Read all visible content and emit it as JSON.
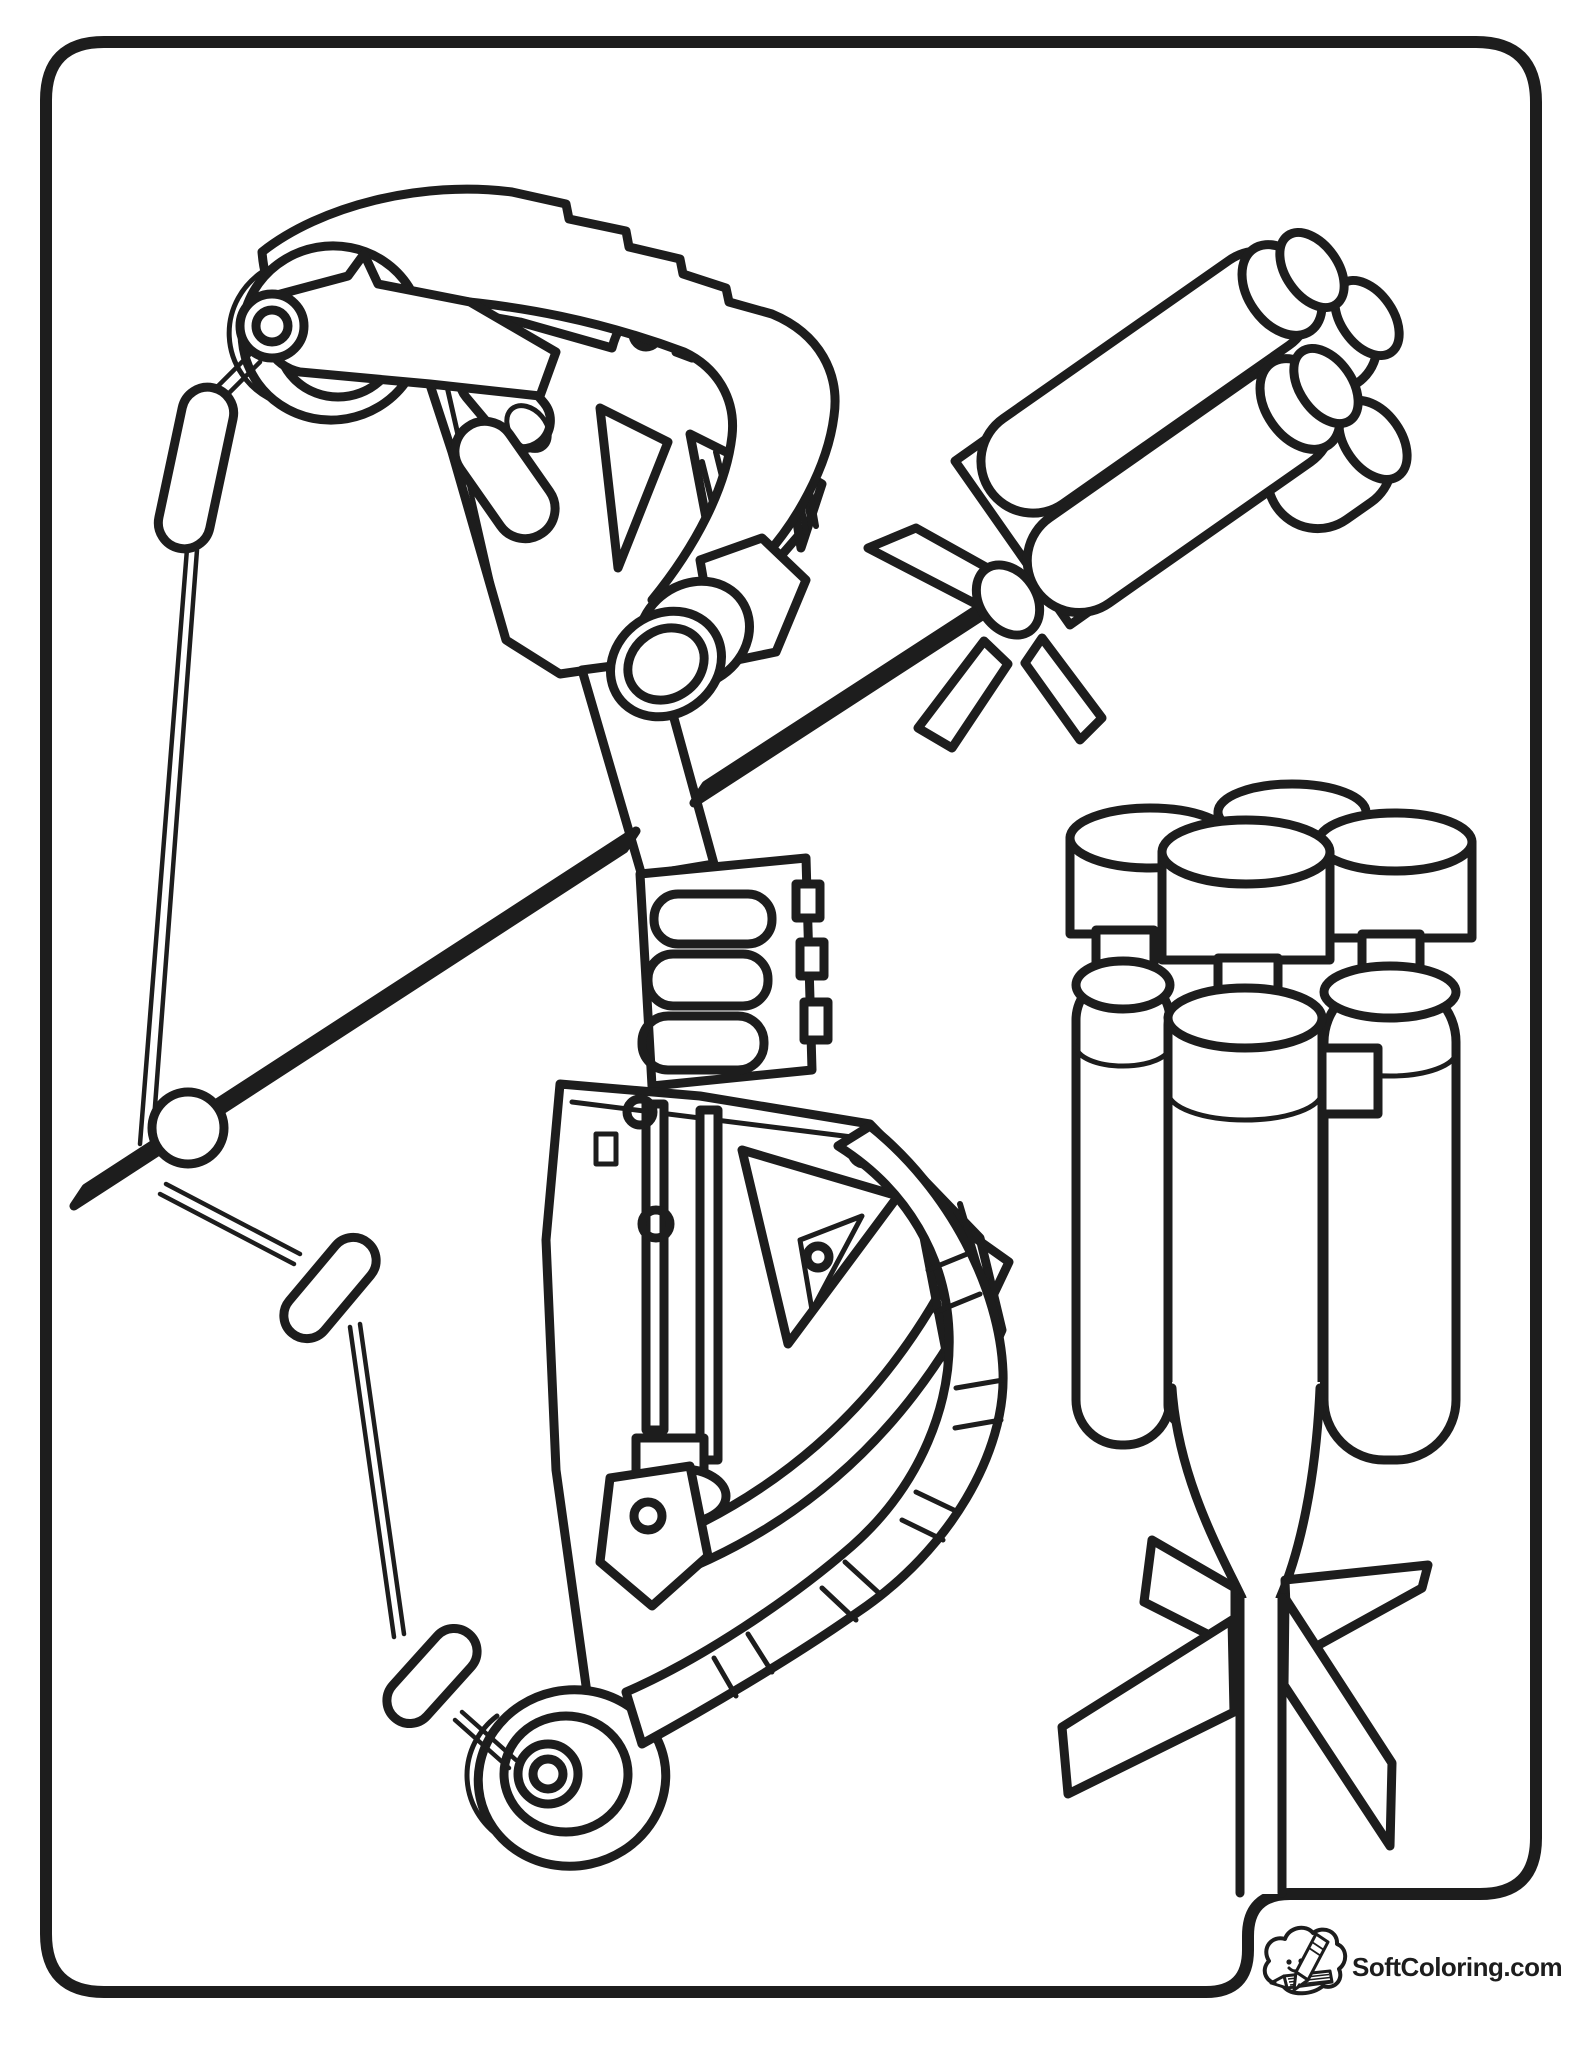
{
  "theme": {
    "paper": "#ffffff",
    "line": "#1d1d1d"
  },
  "branding": {
    "site_name": "SoftColoring.com",
    "logo_icon": "cloud-pencil-icon"
  },
  "artwork": {
    "type": "coloring-page-line-art",
    "subjects": [
      "compound toy bow with loaded rocket dart",
      "standing multi-barrel rocket dart with tail fins"
    ]
  }
}
